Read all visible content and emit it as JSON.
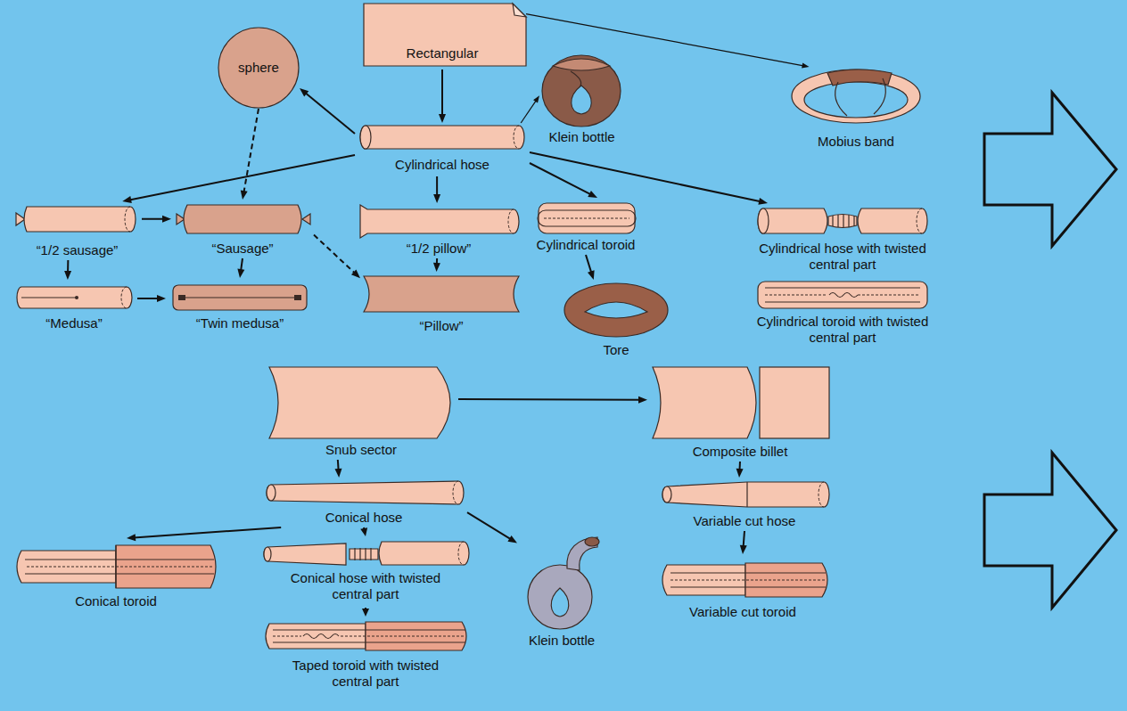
{
  "diagram": {
    "nodes": [
      {
        "text": [
          "Rectangular"
        ]
      },
      {
        "text": [
          "sphere"
        ]
      },
      {
        "text": [
          "Cylindrical hose"
        ]
      },
      {
        "text": [
          "Klein bottle"
        ]
      },
      {
        "text": [
          "Mobius band"
        ]
      },
      {
        "text": [
          "“1/2 sausage”"
        ]
      },
      {
        "text": [
          "“Sausage”"
        ]
      },
      {
        "text": [
          "“1/2 pillow”"
        ]
      },
      {
        "text": [
          "Cylindrical toroid"
        ]
      },
      {
        "text": [
          "Cylindrical hose with twisted central part"
        ]
      },
      {
        "text": [
          "“Medusa”"
        ]
      },
      {
        "text": [
          "“Twin medusa”"
        ]
      },
      {
        "text": [
          "“Pillow”"
        ]
      },
      {
        "text": [
          "Tore"
        ]
      },
      {
        "text": [
          "Cylindrical toroid with twisted central part"
        ]
      },
      {
        "text": [
          "Snub sector"
        ]
      },
      {
        "text": [
          "Composite billet"
        ]
      },
      {
        "text": [
          "Conical hose"
        ]
      },
      {
        "text": [
          "Variable cut hose"
        ]
      },
      {
        "text": [
          "Conical toroid"
        ]
      },
      {
        "text": [
          "Conical hose with twisted central part"
        ]
      },
      {
        "text": [
          "Klein bottle"
        ]
      },
      {
        "text": [
          "Variable cut toroid"
        ]
      },
      {
        "text": [
          "Taped toroid with twisted central part"
        ]
      }
    ],
    "edges": [
      {
        "from": 0,
        "to": 2,
        "arrow": "to"
      },
      {
        "from": 0,
        "to": 4,
        "arrow": "to"
      },
      {
        "from": 2,
        "to": 1,
        "arrow": "to"
      },
      {
        "from": 2,
        "to": 3,
        "arrow": "to"
      },
      {
        "from": 2,
        "to": 5,
        "arrow": "to"
      },
      {
        "from": 2,
        "to": 7,
        "arrow": "to"
      },
      {
        "from": 2,
        "to": 8,
        "arrow": "to"
      },
      {
        "from": 2,
        "to": 9,
        "arrow": "to"
      },
      {
        "from": 1,
        "to": 6,
        "arrow": "to"
      },
      {
        "from": 5,
        "to": 6,
        "arrow": "to"
      },
      {
        "from": 5,
        "to": 10,
        "arrow": "to"
      },
      {
        "from": 6,
        "to": 11,
        "arrow": "to"
      },
      {
        "from": 10,
        "to": 11,
        "arrow": "to"
      },
      {
        "from": 6,
        "to": 12,
        "arrow": "to"
      },
      {
        "from": 7,
        "to": 12,
        "arrow": "to"
      },
      {
        "from": 8,
        "to": 13,
        "arrow": "to"
      },
      {
        "from": 15,
        "to": 16,
        "arrow": "to"
      },
      {
        "from": 15,
        "to": 17,
        "arrow": "to"
      },
      {
        "from": 17,
        "to": 19,
        "arrow": "to"
      },
      {
        "from": 17,
        "to": 20,
        "arrow": "to"
      },
      {
        "from": 17,
        "to": 21,
        "arrow": "to"
      },
      {
        "from": 20,
        "to": 23,
        "arrow": "to"
      },
      {
        "from": 16,
        "to": 18,
        "arrow": "to"
      },
      {
        "from": 18,
        "to": 22,
        "arrow": "to"
      }
    ]
  }
}
